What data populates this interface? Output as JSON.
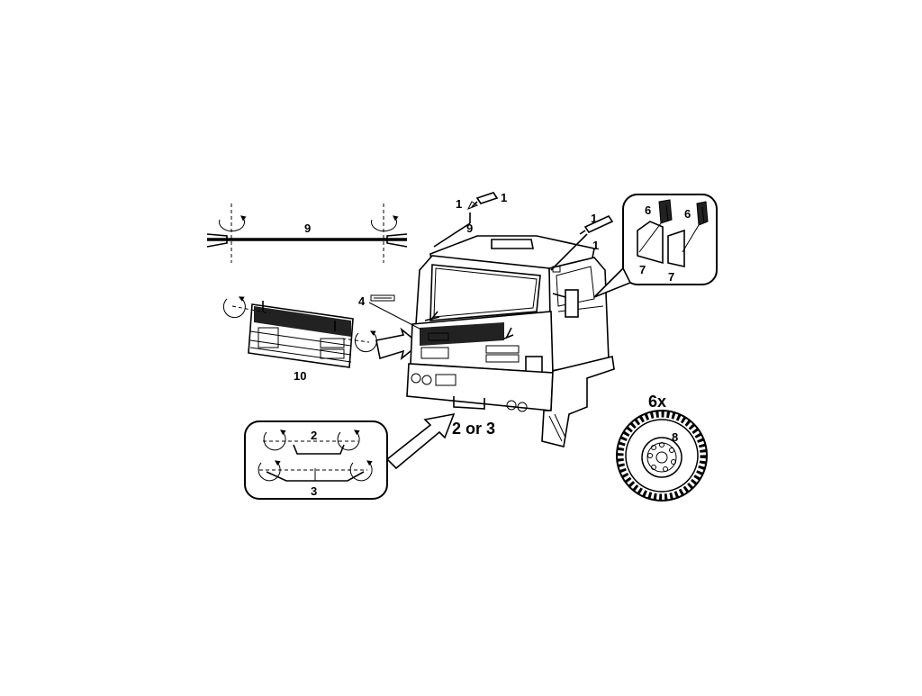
{
  "labels": {
    "wiper_top": "9",
    "wiper_cab": "9",
    "part1_a": "1",
    "part1_b": "1",
    "part1_c": "1",
    "part1_d": "1",
    "emblem": "4",
    "grille": "10",
    "bumper_choice": "2 or 3",
    "bumper_a": "2",
    "bumper_b": "3",
    "flap_a": "6",
    "flap_b": "6",
    "bracket_a": "7",
    "bracket_b": "7",
    "wheel_count": "6x",
    "wheel_hub": "8"
  }
}
